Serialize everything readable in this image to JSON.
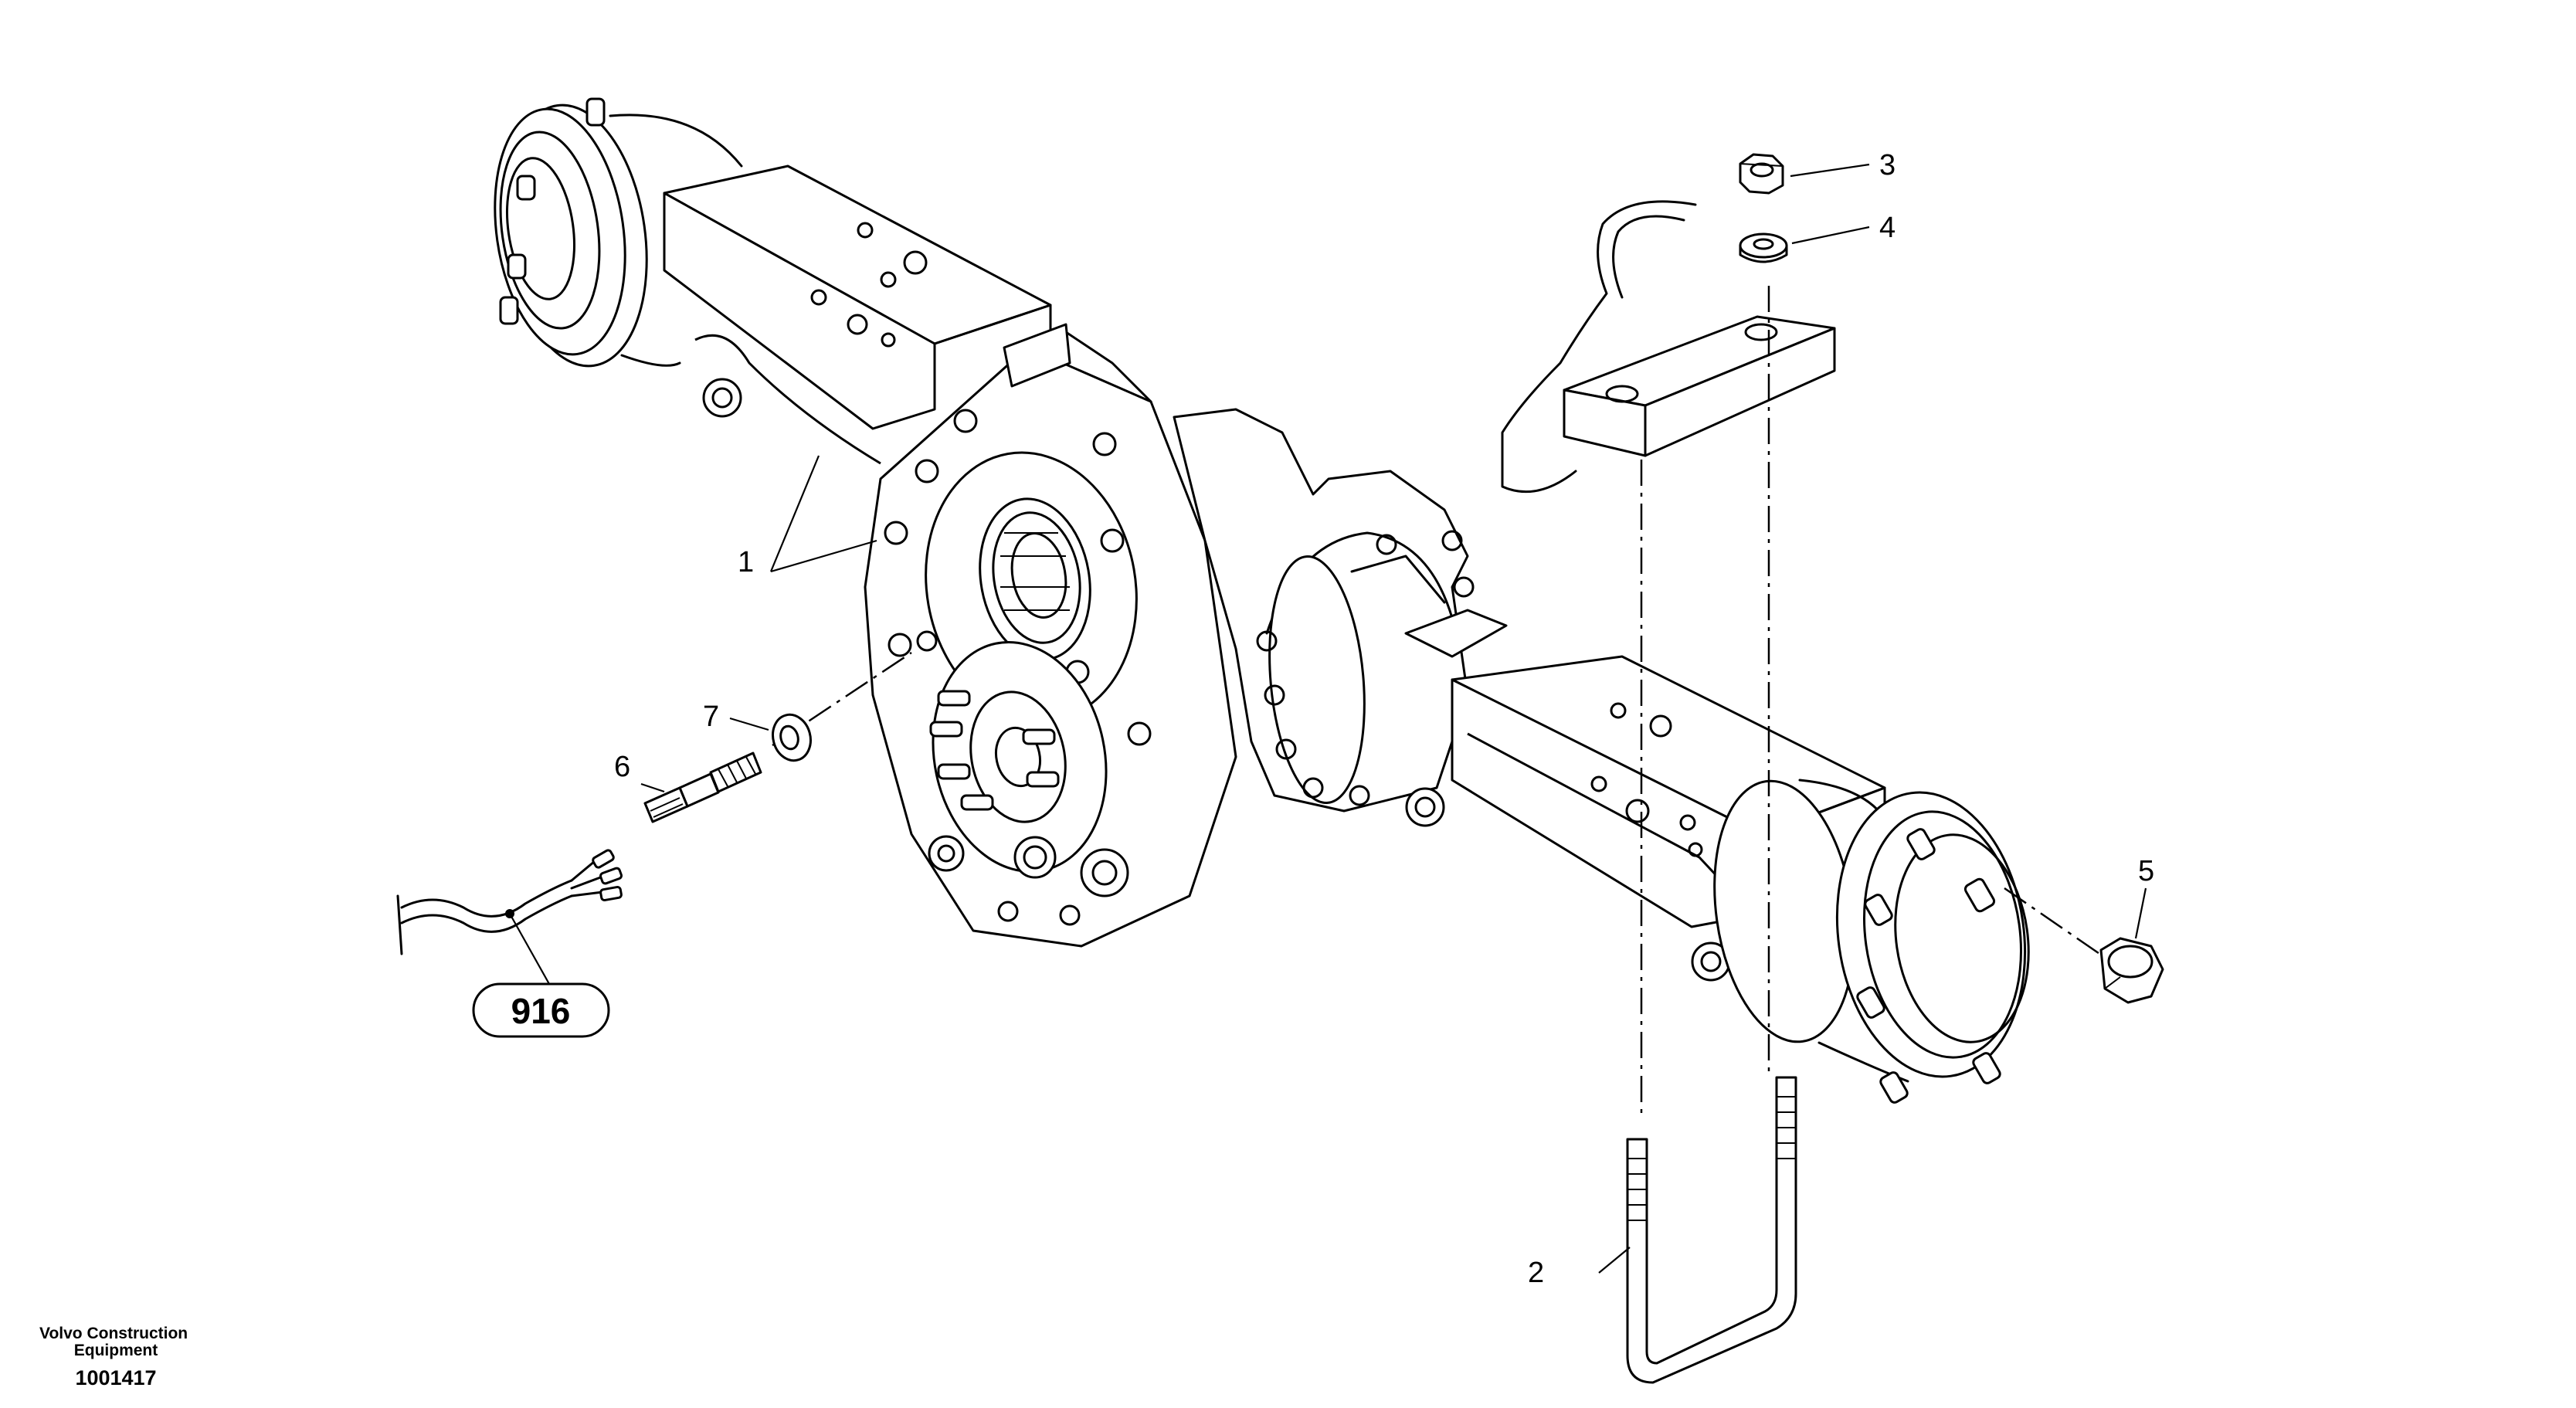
{
  "figure_number": "1001417",
  "publisher": "Volvo Construction Equipment",
  "reference_badge": "916",
  "callouts": [
    {
      "id": "1",
      "label": "1"
    },
    {
      "id": "2",
      "label": "2"
    },
    {
      "id": "3",
      "label": "3"
    },
    {
      "id": "4",
      "label": "4"
    },
    {
      "id": "5",
      "label": "5"
    },
    {
      "id": "6",
      "label": "6"
    },
    {
      "id": "7",
      "label": "7"
    }
  ]
}
